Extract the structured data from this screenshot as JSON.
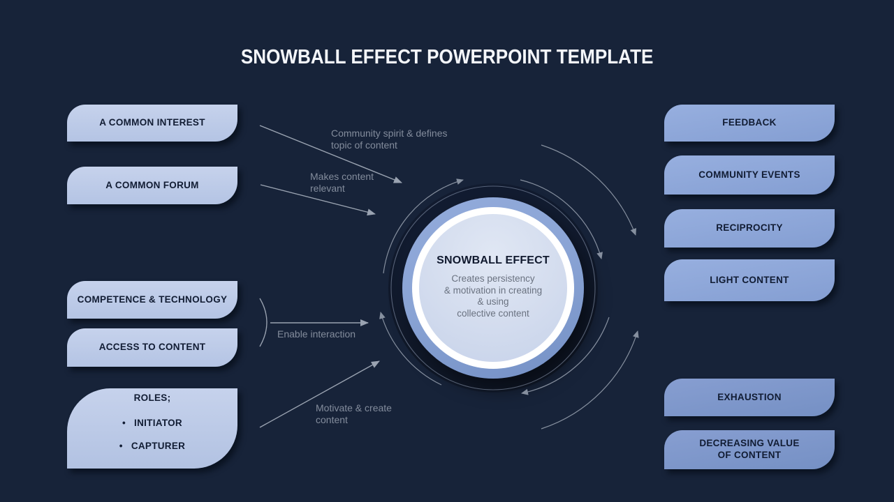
{
  "title": "SNOWBALL EFFECT POWERPOINT TEMPLATE",
  "left_boxes": [
    {
      "label": "A COMMON INTEREST"
    },
    {
      "label": "A COMMON FORUM"
    },
    {
      "label": "COMPETENCE & TECHNOLOGY"
    },
    {
      "label": "ACCESS TO CONTENT"
    }
  ],
  "roles_box": {
    "title": "ROLES;",
    "bullet": "•",
    "items": [
      {
        "label": "INITIATOR"
      },
      {
        "label": "CAPTURER"
      }
    ]
  },
  "right_boxes": [
    {
      "label": "FEEDBACK"
    },
    {
      "label": "COMMUNITY EVENTS"
    },
    {
      "label": "RECIPROCITY"
    },
    {
      "label": "LIGHT CONTENT"
    },
    {
      "label": "EXHAUSTION"
    },
    {
      "label": "DECREASING VALUE\nOF CONTENT"
    }
  ],
  "center_circle": {
    "title": "SNOWBALL EFFECT",
    "description": "Creates persistency\n& motivation in creating\n& using\ncollective content"
  },
  "annotations": [
    {
      "text": "Community spirit & defines\ntopic of content"
    },
    {
      "text": "Makes content\nrelevant"
    },
    {
      "text": "Enable interaction"
    },
    {
      "text": "Motivate & create\ncontent"
    }
  ],
  "colors": {
    "background": "#172339",
    "panel-left": "#BDCBE8",
    "panel-right": "#8CA6D8",
    "panel-right-dark": "#7A93C7",
    "panel-text": "#111C33",
    "ring": "#8AA4D5",
    "ring-dark": "#7490C5",
    "inner-top": "#E0E7F4",
    "inner-bottom": "#C6D2EA",
    "arrow": "#9AA3B1",
    "label": "#838C9C",
    "halo": "#111A2D",
    "title-text": "#F4F6FA"
  }
}
